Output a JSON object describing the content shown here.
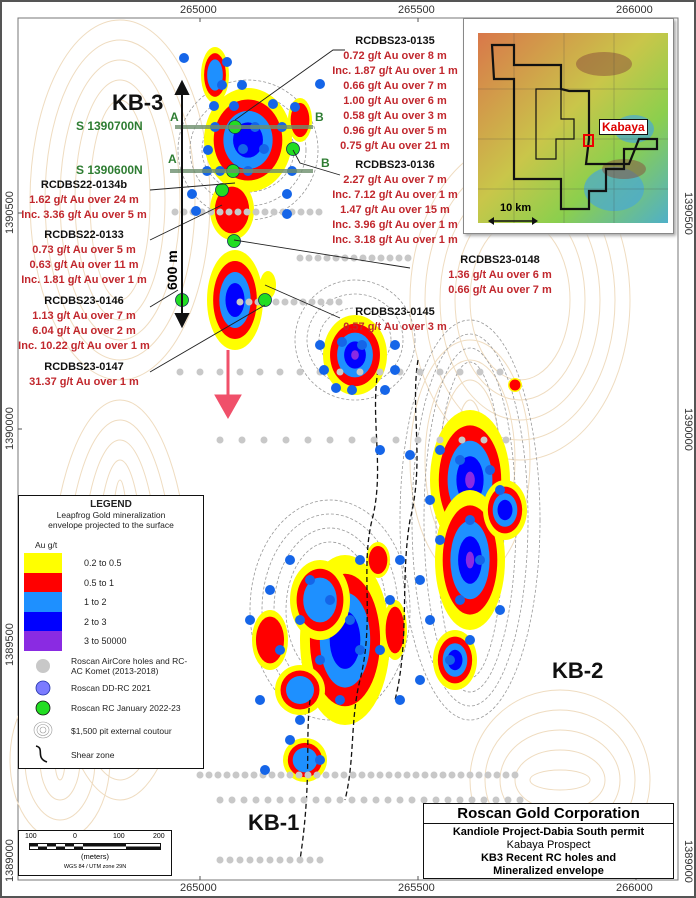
{
  "axes": {
    "x_ticks": [
      "265000",
      "265500",
      "266000"
    ],
    "y_ticks": [
      "1390500",
      "1390000",
      "1389500",
      "1389000"
    ]
  },
  "zones": {
    "kb3": "KB-3",
    "kb2": "KB-2",
    "kb1": "KB-1"
  },
  "sections": {
    "s700": "S 1390700N",
    "s600": "S 1390600N",
    "a": "A",
    "b": "B"
  },
  "distance_label": "600 m",
  "annotations": [
    {
      "hole": "RCDBS23-0135",
      "lines": [
        "0.72 g/t Au over 8 m",
        "Inc. 1.87 g/t Au over 1 m",
        "0.66 g/t Au over 7 m",
        "1.00 g/t Au over 6 m",
        "0.58 g/t Au over 3 m",
        "0.96 g/t Au over 5 m",
        "0.75 g/t Au over 21 m"
      ]
    },
    {
      "hole": "RCDBS23-0136",
      "lines": [
        "2.27 g/t Au over 7 m",
        "Inc. 7.12 g/t Au over 1 m",
        "1.47 g/t Au over 15 m",
        "Inc. 3.96 g/t Au over 1 m",
        "Inc. 3.18 g/t Au over 1 m"
      ]
    },
    {
      "hole": "RCDBS22-0134b",
      "lines": [
        "1.62 g/t Au over 24 m",
        "Inc. 3.36 g/t Au over 5 m"
      ]
    },
    {
      "hole": "RCDBS22-0133",
      "lines": [
        "0.73 g/t Au over 5 m",
        "0.63 g/t Au over 11 m",
        "Inc. 1.81 g/t Au over 1 m"
      ]
    },
    {
      "hole": "RCDBS23-0146",
      "lines": [
        "1.13 g/t Au over 7 m",
        "6.04 g/t Au over 2 m",
        "Inc. 10.22 g/t Au over 1 m"
      ]
    },
    {
      "hole": "RCDBS23-0147",
      "lines": [
        "31.37 g/t Au over 1 m"
      ]
    },
    {
      "hole": "RCDBS23-0148",
      "lines": [
        "1.36 g/t Au over 6 m",
        "0.66 g/t Au over 7 m"
      ]
    },
    {
      "hole": "RCDBS23-0145",
      "lines": [
        "0.57 g/t Au over 3 m"
      ]
    }
  ],
  "inset": {
    "label": "Kabaya",
    "scale": "10 km"
  },
  "legend": {
    "title": "LEGEND",
    "subtitle": "Leapfrog Gold mineralization envelope projected to the surface",
    "unit": "Au g/t",
    "classes": [
      {
        "label": "0.2 to 0.5",
        "color": "#ffff00"
      },
      {
        "label": "0.5 to 1",
        "color": "#ff0000"
      },
      {
        "label": "1 to 2",
        "color": "#1e90ff"
      },
      {
        "label": "2 to 3",
        "color": "#0000ff"
      },
      {
        "label": "3 to 50000",
        "color": "#8a2be2"
      }
    ],
    "symbols": [
      {
        "label": "Roscan AirCore holes and RC-AC Komet (2013-2018)",
        "color": "#c8c8c8"
      },
      {
        "label": "Roscan DD-RC 2021",
        "color": "#7b7bff"
      },
      {
        "label": "Roscan RC January 2022-23",
        "color": "#22dd22"
      },
      {
        "label": "$1,500 pit external coutour"
      },
      {
        "label": "Shear zone"
      }
    ]
  },
  "scale_bar": {
    "ticks": [
      "100",
      "0",
      "100",
      "200"
    ],
    "unit": "(meters)",
    "projection": "WGS 84 / UTM zone 29N"
  },
  "title_block": {
    "company": "Roscan Gold Corporation",
    "line1": "Kandiole Project-Dabia South permit",
    "line2": "Kabaya Prospect",
    "line3": "KB3 Recent RC holes and",
    "line4": "Mineralized envelope"
  }
}
